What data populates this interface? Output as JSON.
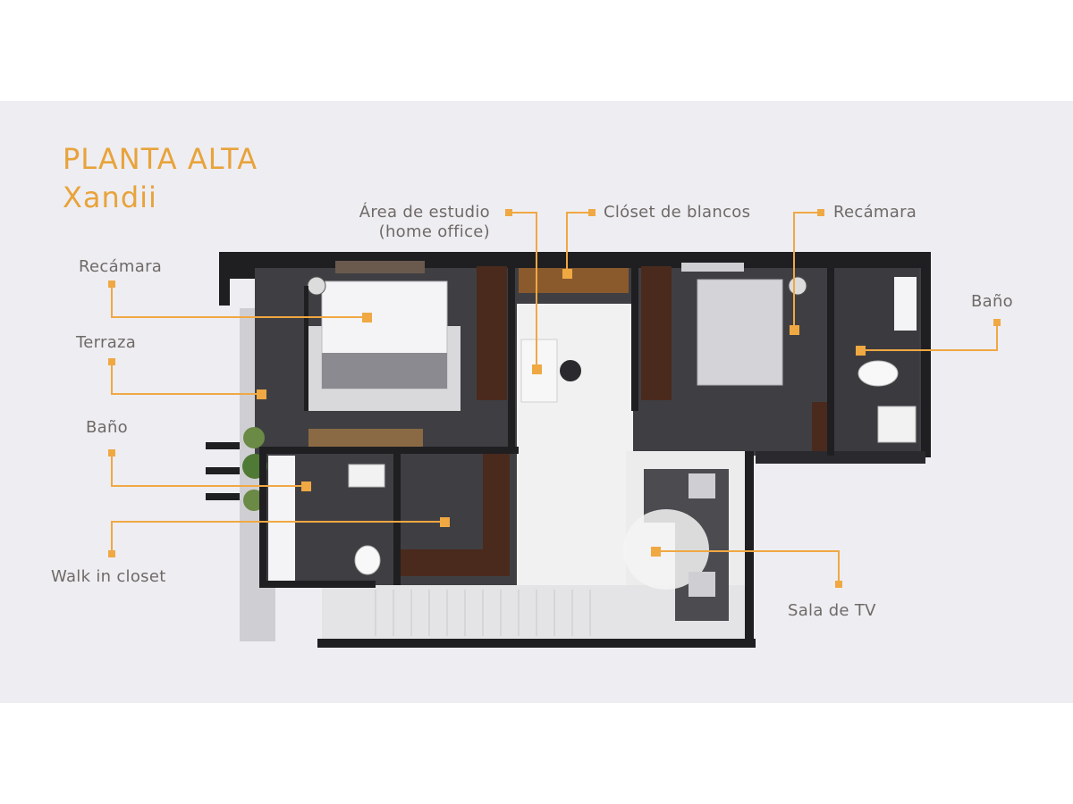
{
  "header": {
    "title": "PLANTA ALTA",
    "subtitle": "Xandii"
  },
  "colors": {
    "accent": "#e8a33a",
    "leader": "#f0a843",
    "text": "#6f6a66",
    "wall": "#1f1f22",
    "floor_dark": "#3f3f43",
    "floor_light": "#f2f2f2",
    "wood": "#5a2f1d",
    "panel": "#eeedf2"
  },
  "labels": {
    "recamara_left": "Recámara",
    "terraza": "Terraza",
    "bano_left": "Baño",
    "walk_in_closet": "Walk in closet",
    "area_estudio": "Área de estudio",
    "home_office": "(home office)",
    "closet_blancos": "Clóset de blancos",
    "recamara_right": "Recámara",
    "bano_right": "Baño",
    "sala_tv": "Sala de TV"
  }
}
